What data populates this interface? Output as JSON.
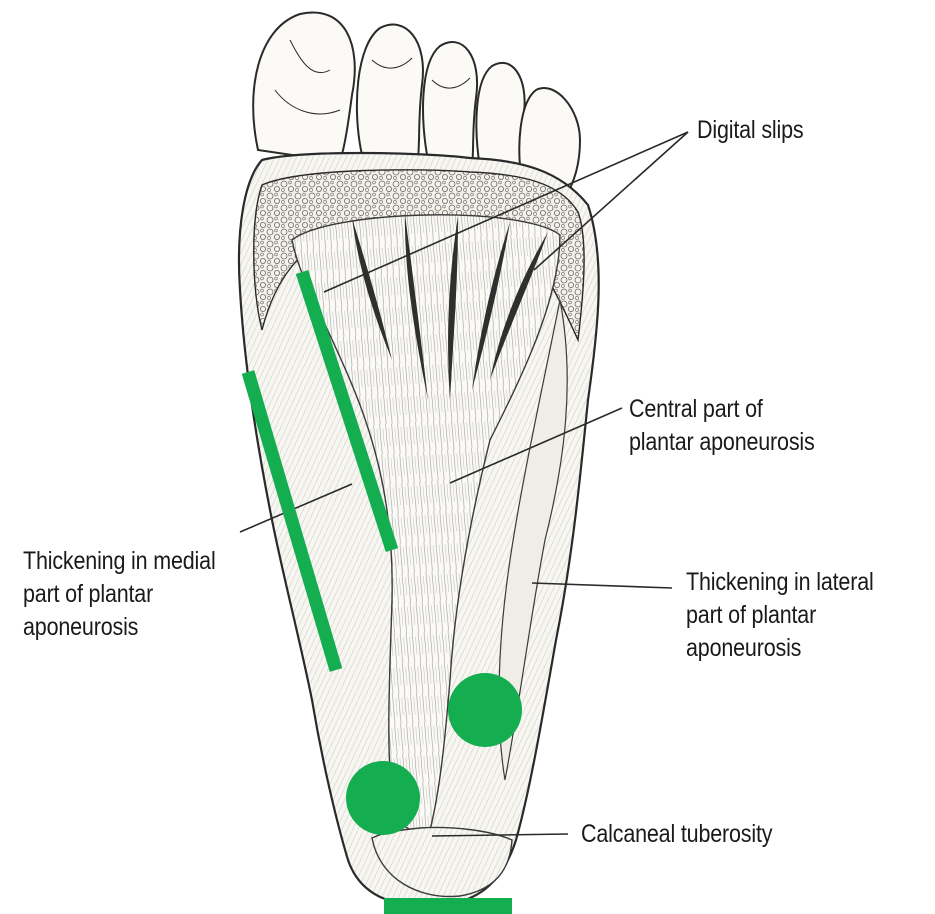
{
  "labels": {
    "digital_slips": "Digital slips",
    "central_part": [
      "Central part of",
      "plantar aponeurosis"
    ],
    "medial_thickening": [
      "Thickening in medial",
      "part of plantar",
      "aponeurosis"
    ],
    "lateral_thickening": [
      "Thickening in lateral",
      "part of plantar",
      "aponeurosis"
    ],
    "calcaneal_tuberosity": "Calcaneal tuberosity"
  },
  "colors": {
    "marker_green": "#14ad4f",
    "ink": "#2a2a2a",
    "paper": "#ffffff"
  },
  "markers": [
    "medial-line-inner",
    "medial-line-outer",
    "lateral-circle",
    "heel-circle",
    "heel-base-bar"
  ]
}
